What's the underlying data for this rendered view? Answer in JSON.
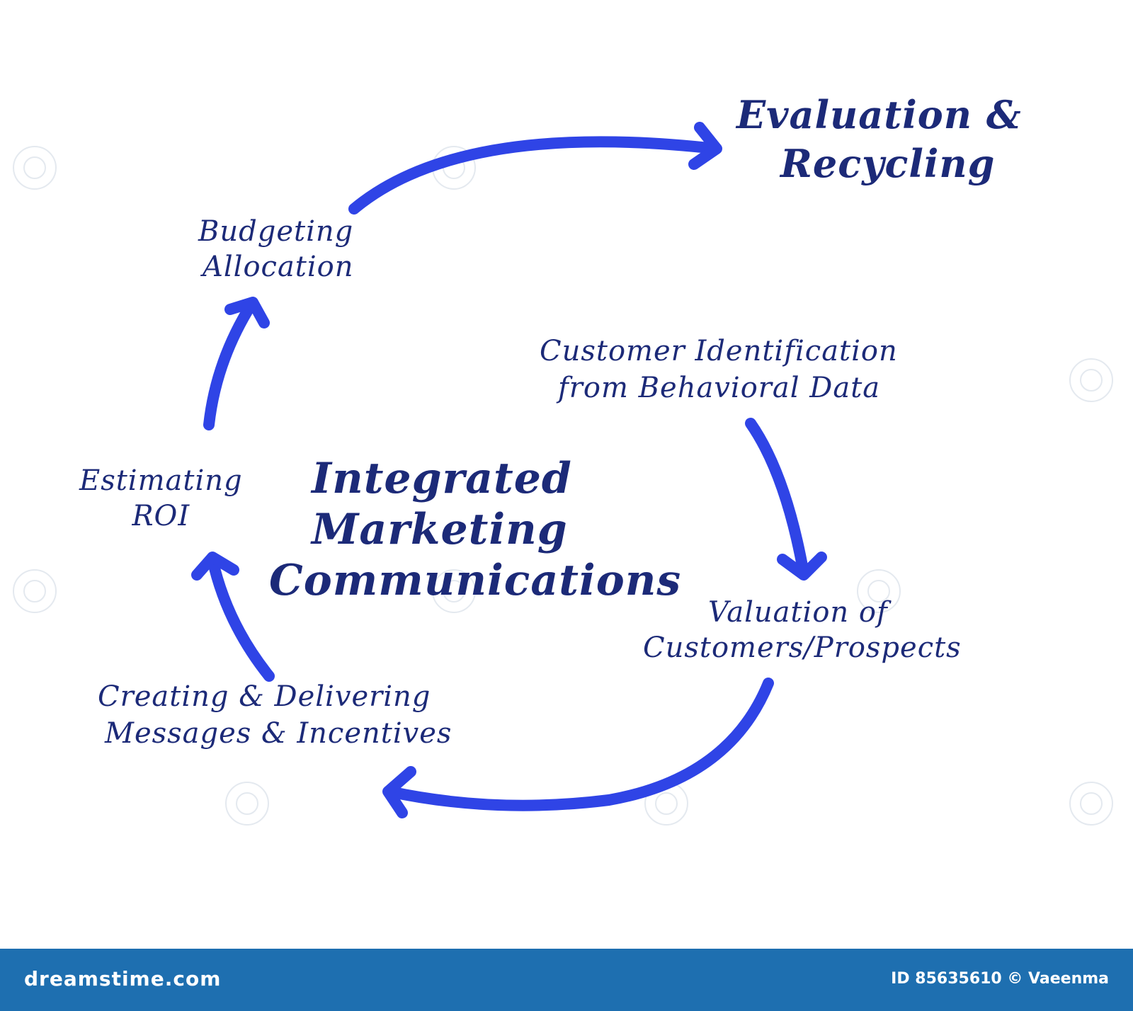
{
  "colors": {
    "arrow": "#2f44e6",
    "text": "#1c2a78",
    "footer_bg": "#1e6fb0",
    "footer_text": "#ffffff"
  },
  "center": {
    "line1": "Integrated",
    "line2": "Marketing",
    "line3": "Communications"
  },
  "steps": {
    "evaluation": {
      "line1": "Evaluation &",
      "line2": "Recycling"
    },
    "budgeting": {
      "line1": "Budgeting",
      "line2": "Allocation"
    },
    "customer_identification": {
      "line1": "Customer Identification",
      "line2": "from Behavioral Data"
    },
    "estimating": {
      "line1": "Estimating",
      "line2": "ROI"
    },
    "valuation": {
      "line1": "Valuation of",
      "line2": "Customers/Prospects"
    },
    "creating": {
      "line1": "Creating & Delivering",
      "line2": "Messages & Incentives"
    }
  },
  "footer": {
    "brand": "dreamstime.com",
    "photo_id": "ID 85635610 © Vaeenma"
  }
}
